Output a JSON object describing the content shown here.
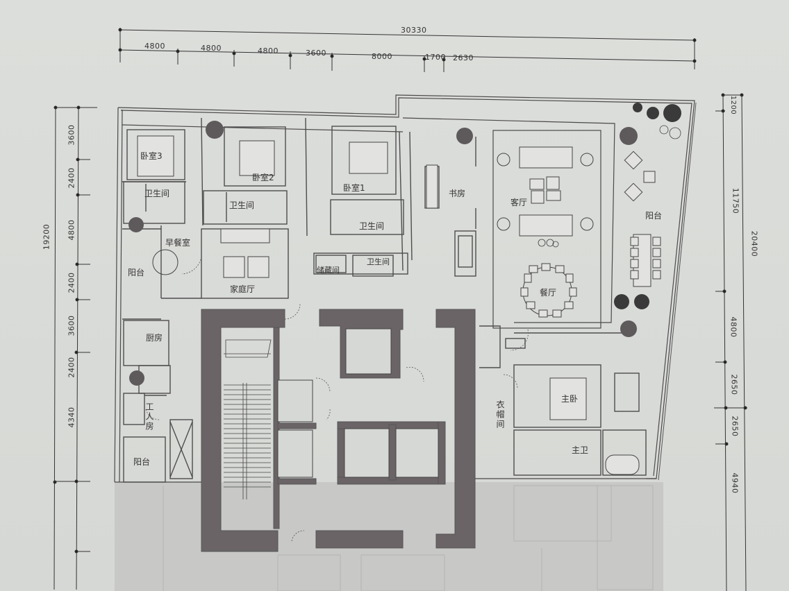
{
  "title": "Residential floor plan",
  "colors": {
    "paper": "#d9dbd8",
    "line": "#4a4a4a",
    "core_wall": "#6a6466",
    "column": "#5e5a5c",
    "shaded_area": "#c6c6c4"
  },
  "dimensions": {
    "top_total": "30330",
    "top_segments": [
      "4800",
      "4800",
      "4800",
      "3600",
      "8000",
      "1700",
      "2630"
    ],
    "left_total": "19200",
    "left_segments": [
      "3600",
      "2400",
      "4800",
      "2400",
      "3600",
      "2400",
      "4340"
    ],
    "right_total": "20400",
    "right_segments": [
      "1200",
      "11750",
      "4800",
      "2650",
      "2650",
      "4940"
    ]
  },
  "rooms": {
    "bedroom3": "卧室3",
    "bedroom2": "卧室2",
    "bedroom1": "卧室1",
    "bath_b3": "卫生间",
    "bath_b2": "卫生间",
    "bath_b1": "卫生间",
    "powder": "卫生间",
    "storage": "储藏间",
    "breakfast": "早餐室",
    "balcony_left": "阳台",
    "family_hall": "家庭厅",
    "study": "书房",
    "living": "客厅",
    "dining": "餐厅",
    "balcony_right": "阳台",
    "kitchen": "厨房",
    "maid_room": "工人房",
    "balcony_bottom_left": "阳台",
    "master_bedroom": "主卧",
    "cloakroom": "衣帽间",
    "master_bath": "主卫"
  }
}
